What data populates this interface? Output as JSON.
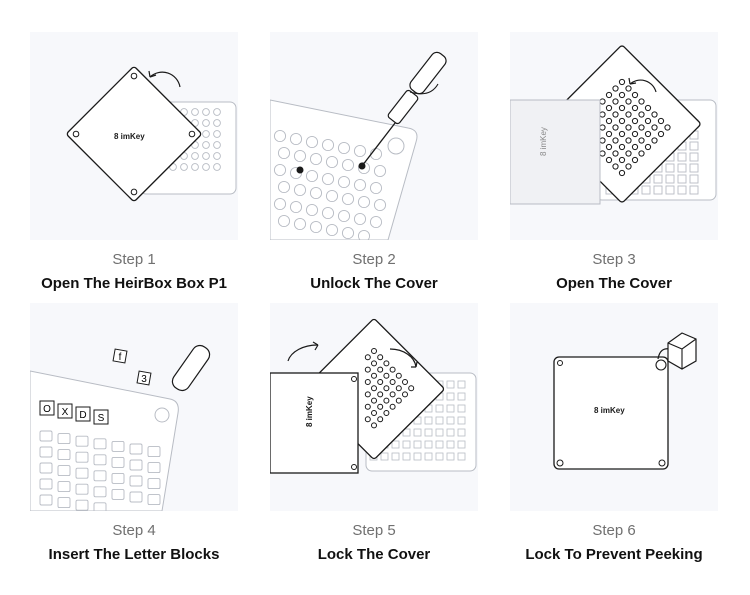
{
  "brand": "imKey",
  "letter_blocks": [
    "f",
    "3",
    "O",
    "X",
    "D",
    "S"
  ],
  "steps": [
    {
      "number": "Step 1",
      "title": "Open The HeirBox Box P1"
    },
    {
      "number": "Step 2",
      "title": "Unlock The Cover"
    },
    {
      "number": "Step 3",
      "title": "Open The Cover"
    },
    {
      "number": "Step 4",
      "title": "Insert The Letter Blocks"
    },
    {
      "number": "Step 5",
      "title": "Lock The Cover"
    },
    {
      "number": "Step 6",
      "title": "Lock To Prevent Peeking"
    }
  ],
  "colors": {
    "panel_bg": "#f7f8fb",
    "stroke": "#1a1a1a",
    "light_stroke": "#b8bcc4"
  }
}
